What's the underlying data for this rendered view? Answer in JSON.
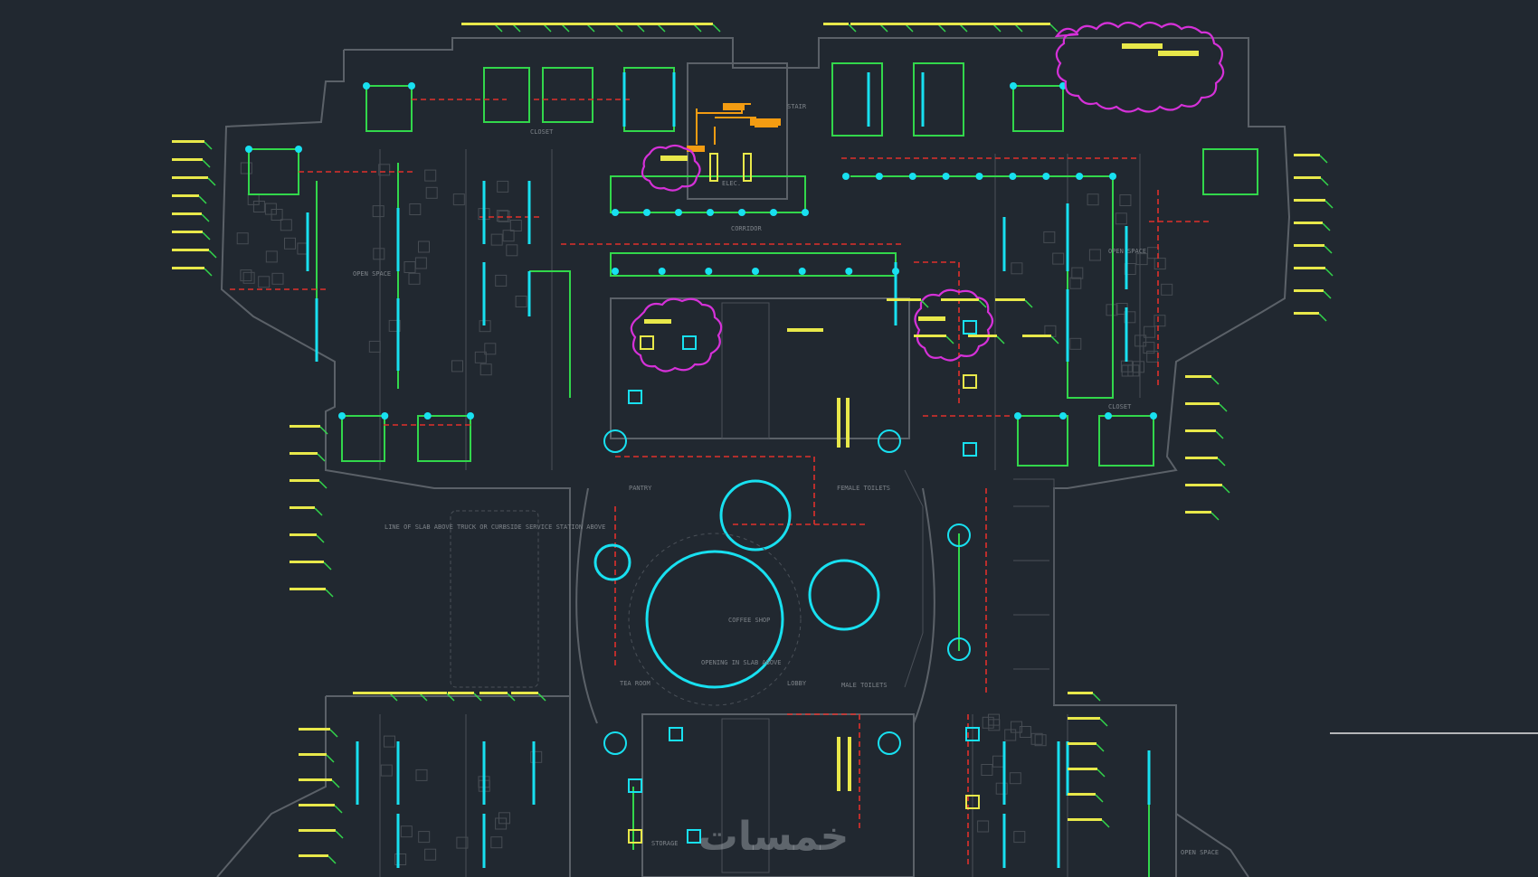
{
  "drawing": {
    "watermark": "خمسات",
    "colors": {
      "background": "#212830",
      "walls": "#5b6168",
      "circuit": "#32d74b",
      "fixtures": "#18e0f0",
      "emergency": "#e0302b",
      "revision_cloud": "#d531d8",
      "tags": "#e8e84a",
      "equipment": "#f39c12"
    },
    "icon_names": [
      "light-fixture-icon",
      "circle-fixture-icon",
      "panel-icon",
      "revision-cloud-icon"
    ],
    "room_labels": [
      "OPEN SPACE",
      "OPEN SPACE",
      "OPEN SPACE",
      "CLOSET",
      "CLOSET",
      "ELEC.",
      "PANTRY",
      "MALE TOILETS",
      "FEMALE TOILETS",
      "CORRIDOR",
      "COFFEE SHOP",
      "LOBBY",
      "TEA ROOM",
      "STORAGE",
      "STAIR",
      "OPENING IN SLAB ABOVE",
      "TRUCK OR CURBSIDE SERVICE STATION ABOVE",
      "LINE OF SLAB ABOVE"
    ]
  }
}
